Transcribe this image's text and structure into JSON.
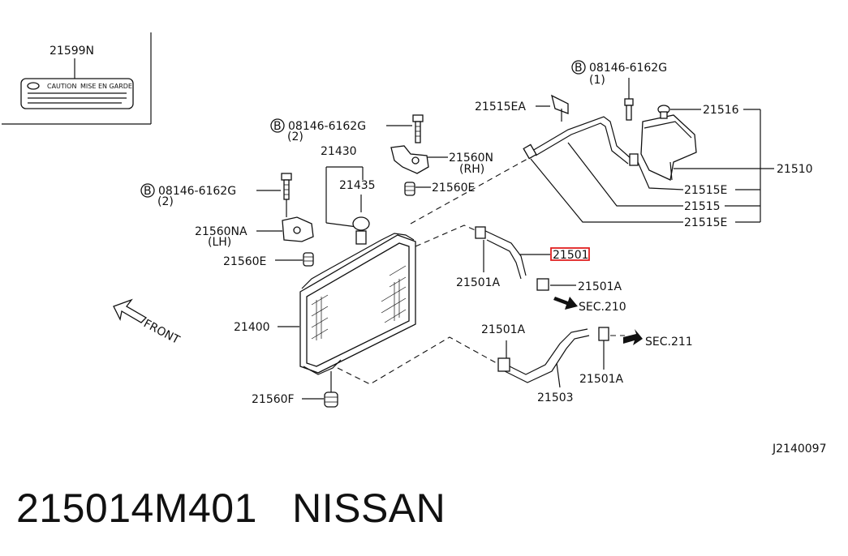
{
  "labels": {
    "p21599N": "21599N",
    "caution": "CAUTION",
    "mise": "MISE EN GARDE",
    "bolt_a": "08146-6162G",
    "bolt_a_qty": "(2)",
    "bolt_b": "08146-6162G",
    "bolt_b_qty": "(2)",
    "bolt_c": "08146-6162G",
    "bolt_c_qty": "(1)",
    "bolt_mark": "B",
    "p21430": "21430",
    "p21435": "21435",
    "p21560N": "21560N",
    "p21560N_rh": "(RH)",
    "p21560E_top": "21560E",
    "p21560NA": "21560NA",
    "p21560NA_lh": "(LH)",
    "p21560E_left": "21560E",
    "p21400": "21400",
    "p21560F": "21560F",
    "front": "FRONT",
    "p21515EA": "21515EA",
    "p21516": "21516",
    "p21510": "21510",
    "p21515E_a": "21515E",
    "p21515": "21515",
    "p21515E_b": "21515E",
    "p21501_hl": "21501",
    "p21501A_1": "21501A",
    "p21501A_2": "21501A",
    "sec210": "SEC.210",
    "p21501A_3": "21501A",
    "p21501A_4": "21501A",
    "p21503": "21503",
    "sec211": "SEC.211",
    "code": "J2140097"
  },
  "caption": {
    "part_number": "215014M401",
    "brand": "NISSAN"
  },
  "colors": {
    "line": "#111111",
    "highlight": "#e02020"
  }
}
